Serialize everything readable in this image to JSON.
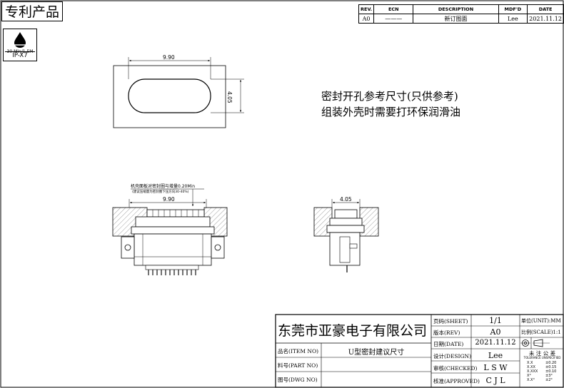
{
  "badge": {
    "label": "专利产品"
  },
  "ip_logo": {
    "line": "30 Min/1.5M",
    "rating": "IP-X7"
  },
  "revision_table": {
    "headers": [
      "REV.",
      "ECN",
      "DESCRIPTION",
      "MDF'D",
      "DATE"
    ],
    "row": {
      "rev": "A0",
      "ecn": "———",
      "description": "新订图面",
      "modified_by": "Lee",
      "date": "2021.11.12"
    }
  },
  "notes": [
    "密封开孔参考尺寸(只供参考)",
    "组装外壳时需要打环保润滑油"
  ],
  "dimensions": {
    "cutout_width": "9.90",
    "cutout_height": "4.05",
    "front_width": "9.90",
    "side_width": "4.05",
    "seal_note_line1": "机壳面板对密封圈与增量0.20Min",
    "seal_note_line2": "(建议压缩量为密封圈下压方向30-40%)"
  },
  "title_block": {
    "company": "东莞市亚豪电子有限公司",
    "item_no_label": "品名(ITEM NO)",
    "item_no_value": "U型密封建议尺寸",
    "part_no_label": "料号(PART NO)",
    "part_no_value": "",
    "dwg_no_label": "图号(DWG NO)",
    "dwg_no_value": "",
    "sheet_label": "页码(SHEET)",
    "sheet_value": "1/1",
    "rev_label": "版本(REV)",
    "rev_value": "A0",
    "date_label": "日期(DATE)",
    "date_value": "2021.11.12",
    "design_label": "设计(DESIGN)",
    "design_value": "Lee",
    "checked_label": "审核(CHECKED)",
    "checked_value": "L S W",
    "approved_label": "核准(APPROVED)",
    "approved_value": "C J L",
    "unit_label": "单位(UNIT):MM",
    "scale_label": "比例(SCALE)1:1",
    "tolerance_title": "未 注 公 差",
    "tolerance_subtitle": "TOLERANCE UNSPECIFIED",
    "tolerances": [
      {
        "fmt": "X.X",
        "val": "±0.20"
      },
      {
        "fmt": "X.XX",
        "val": "±0.15"
      },
      {
        "fmt": "X.XXX",
        "val": "±0.10"
      },
      {
        "fmt": "X°",
        "val": "±3°"
      },
      {
        "fmt": "X.X°",
        "val": "±2°"
      }
    ]
  }
}
